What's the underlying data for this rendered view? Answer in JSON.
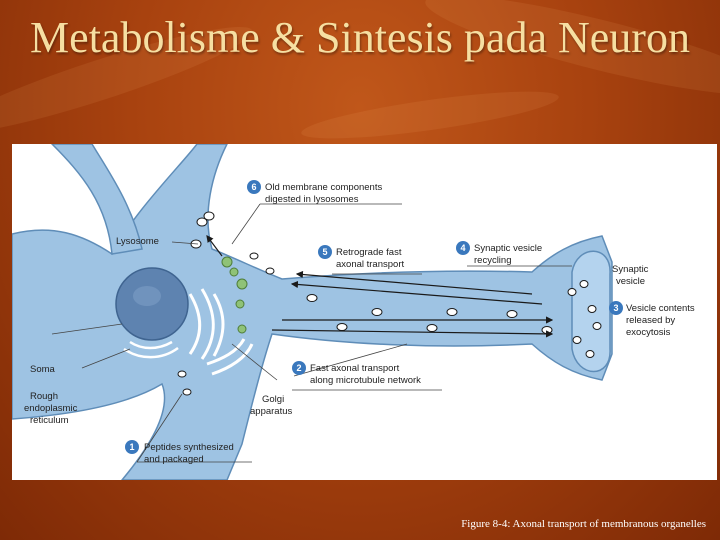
{
  "slide": {
    "title": "Metabolisme & Sintesis pada Neuron",
    "caption": "Figure 8-4: Axonal transport of membranous organelles"
  },
  "diagram": {
    "callouts": [
      {
        "number": "1",
        "line1": "Peptides synthesized",
        "line2": "and packaged"
      },
      {
        "number": "2",
        "line1": "Fast axonal transport",
        "line2": "along microtubule network"
      },
      {
        "number": "3",
        "line1": "Vesicle contents",
        "line2": "released by",
        "line3": "exocytosis"
      },
      {
        "number": "4",
        "line1": "Synaptic vesicle",
        "line2": "recycling"
      },
      {
        "number": "5",
        "line1": "Retrograde fast",
        "line2": "axonal transport"
      },
      {
        "number": "6",
        "line1": "Old membrane components",
        "line2": "digested in lysosomes"
      }
    ],
    "labels": {
      "lysosome": "Lysosome",
      "soma": "Soma",
      "rough_er_1": "Rough",
      "rough_er_2": "endoplasmic",
      "rough_er_3": "reticulum",
      "golgi_1": "Golgi",
      "golgi_2": "apparatus",
      "synaptic_vesicle_1": "Synaptic",
      "synaptic_vesicle_2": "vesicle"
    },
    "colors": {
      "cell_fill": "#9ec3e3",
      "cell_stroke": "#5f8db8",
      "badge": "#3a78bd",
      "nucleus": "#5e83b0",
      "lysosome": "#8fc277"
    }
  }
}
